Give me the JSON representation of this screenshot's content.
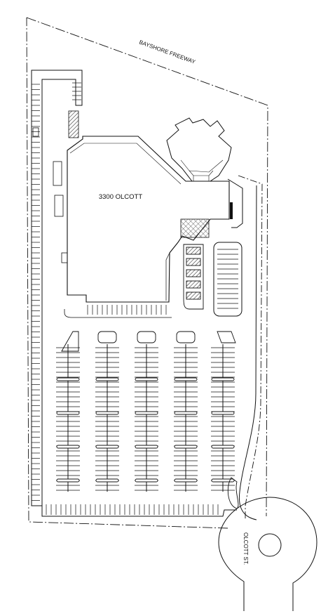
{
  "site_plan": {
    "building_label": "3300 OLCOTT",
    "freeway_label": "BAYSHORE FREEWAY",
    "street_label": "OLCOTT ST."
  },
  "colors": {
    "line": "#111111",
    "background": "#ffffff",
    "hatch": "#333333"
  }
}
